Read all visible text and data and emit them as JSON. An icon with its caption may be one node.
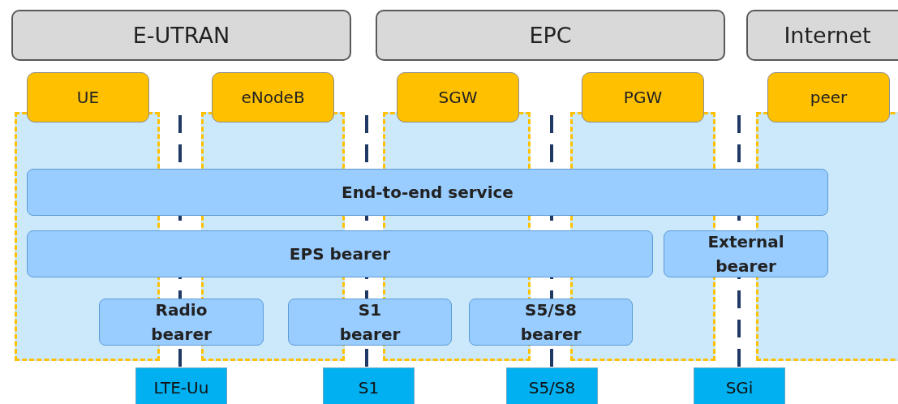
{
  "diagram": {
    "nodes": [
      {
        "text": [
          "E-UTRAN"
        ]
      },
      {
        "text": [
          "EPC"
        ]
      },
      {
        "text": [
          "Internet"
        ]
      },
      {
        "text": [
          "UE"
        ]
      },
      {
        "text": [
          "eNodeB"
        ]
      },
      {
        "text": [
          "SGW"
        ]
      },
      {
        "text": [
          "PGW"
        ]
      },
      {
        "text": [
          "peer"
        ]
      },
      {
        "text": [
          "End-to-end service"
        ]
      },
      {
        "text": [
          "EPS bearer"
        ]
      },
      {
        "text": [
          "External bearer"
        ]
      },
      {
        "text": [
          "Radio bearer"
        ]
      },
      {
        "text": [
          "S1 bearer"
        ]
      },
      {
        "text": [
          "S5/S8 bearer"
        ]
      },
      {
        "text": [
          "LTE-Uu"
        ]
      },
      {
        "text": [
          "S1"
        ]
      },
      {
        "text": [
          "S5/S8"
        ]
      },
      {
        "text": [
          "SGi"
        ]
      }
    ],
    "edges": []
  }
}
